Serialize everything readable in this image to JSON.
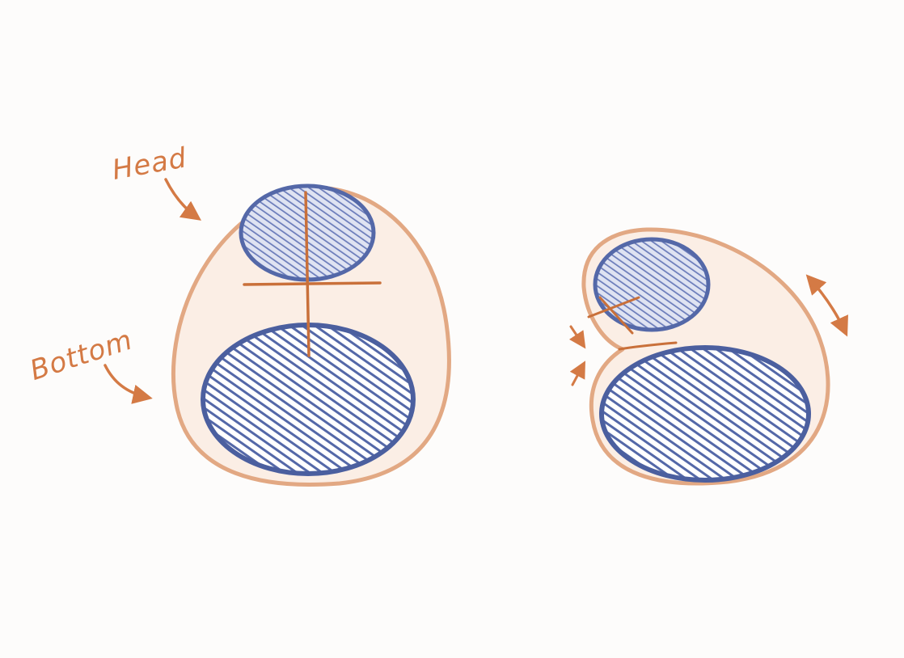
{
  "labels": {
    "head": "Head",
    "bottom": "Bottom"
  },
  "colors": {
    "background": "#fdfcfb",
    "outline": "#e2a883",
    "outline_fill": "#fbeee5",
    "annotation": "#d47a45",
    "shading": "#5468a8",
    "shading_light": "#7c8cc2"
  },
  "figures": [
    {
      "name": "upright-body",
      "parts": [
        "head",
        "bottom"
      ]
    },
    {
      "name": "squashed-body",
      "parts": [
        "head",
        "bottom"
      ]
    }
  ]
}
